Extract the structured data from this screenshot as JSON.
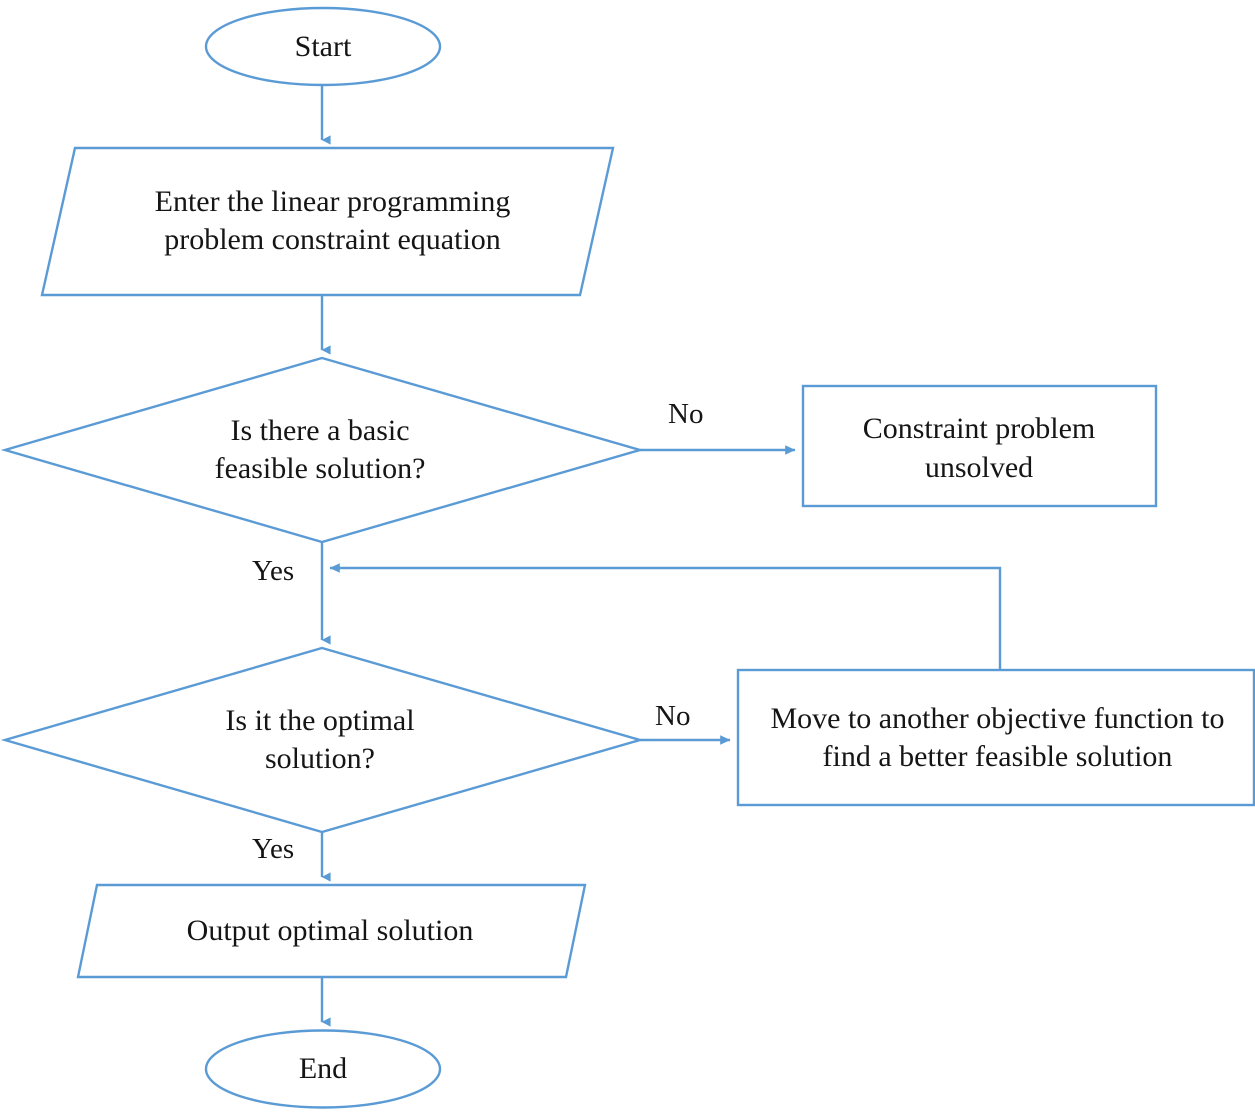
{
  "diagram": {
    "title": "Linear programming simplex method flowchart",
    "type": "flowchart",
    "colors": {
      "stroke": "#5b9bd5",
      "fill": "#ffffff",
      "text": "#151515",
      "background": "#ffffff"
    },
    "nodes": [
      {
        "id": "start",
        "shape": "ellipse",
        "label": "Start"
      },
      {
        "id": "input-constraints",
        "shape": "parallelogram",
        "label": "Enter the linear  programming\nproblem constraint equation"
      },
      {
        "id": "decision-basic-feasible",
        "shape": "diamond",
        "label": "Is there a basic\nfeasible solution?"
      },
      {
        "id": "constraint-unsolved",
        "shape": "rectangle",
        "label": "Constraint problem\nunsolved"
      },
      {
        "id": "decision-optimal",
        "shape": "diamond",
        "label": "Is it the optimal\nsolution?"
      },
      {
        "id": "move-objective",
        "shape": "rectangle",
        "label": "Move to another objective function to\nfind a better feasible solution"
      },
      {
        "id": "output-optimal",
        "shape": "parallelogram",
        "label": "Output optimal solution"
      },
      {
        "id": "end",
        "shape": "ellipse",
        "label": "End"
      }
    ],
    "edges": [
      {
        "id": "e-start-input",
        "from": "start",
        "to": "input-constraints",
        "label": ""
      },
      {
        "id": "e-input-dec1",
        "from": "input-constraints",
        "to": "decision-basic-feasible",
        "label": ""
      },
      {
        "id": "e-dec1-no",
        "from": "decision-basic-feasible",
        "to": "constraint-unsolved",
        "label": "No"
      },
      {
        "id": "e-dec1-yes",
        "from": "decision-basic-feasible",
        "to": "decision-optimal",
        "label": "Yes"
      },
      {
        "id": "e-dec2-no",
        "from": "decision-optimal",
        "to": "move-objective",
        "label": "No"
      },
      {
        "id": "e-move-feedback",
        "from": "move-objective",
        "to": "decision-optimal",
        "label": ""
      },
      {
        "id": "e-dec2-yes",
        "from": "decision-optimal",
        "to": "output-optimal",
        "label": "Yes"
      },
      {
        "id": "e-output-end",
        "from": "output-optimal",
        "to": "end",
        "label": ""
      }
    ]
  }
}
